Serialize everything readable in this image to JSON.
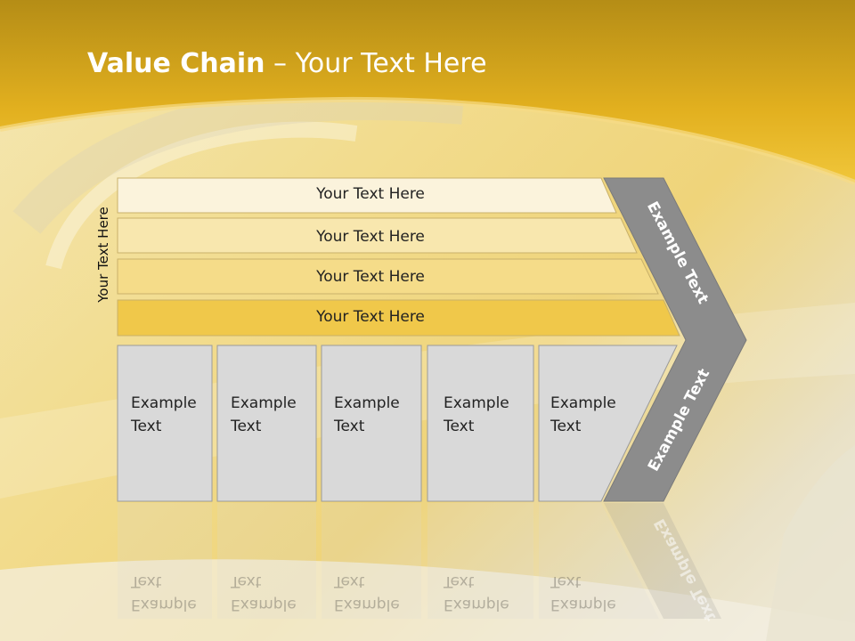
{
  "title": {
    "bold": "Value Chain",
    "rest": " – Your Text Here"
  },
  "side_label": "Your Text Here",
  "bands": [
    {
      "label": "Your Text Here",
      "color": "#fbf3dc"
    },
    {
      "label": "Your Text Here",
      "color": "#f8e7ae"
    },
    {
      "label": "Your Text Here",
      "color": "#f5dc89"
    },
    {
      "label": "Your Text Here",
      "color": "#f0c84a"
    }
  ],
  "boxes": [
    {
      "line1": "Example",
      "line2": "Text"
    },
    {
      "line1": "Example",
      "line2": "Text"
    },
    {
      "line1": "Example",
      "line2": "Text"
    },
    {
      "line1": "Example",
      "line2": "Text"
    },
    {
      "line1": "Example",
      "line2": "Text"
    }
  ],
  "chevron": {
    "top_label": "Example Text",
    "bottom_label": "Example Text",
    "color": "#8c8c8c"
  },
  "colors": {
    "header": "#e3b21e",
    "box_fill": "#d9d9d9"
  }
}
